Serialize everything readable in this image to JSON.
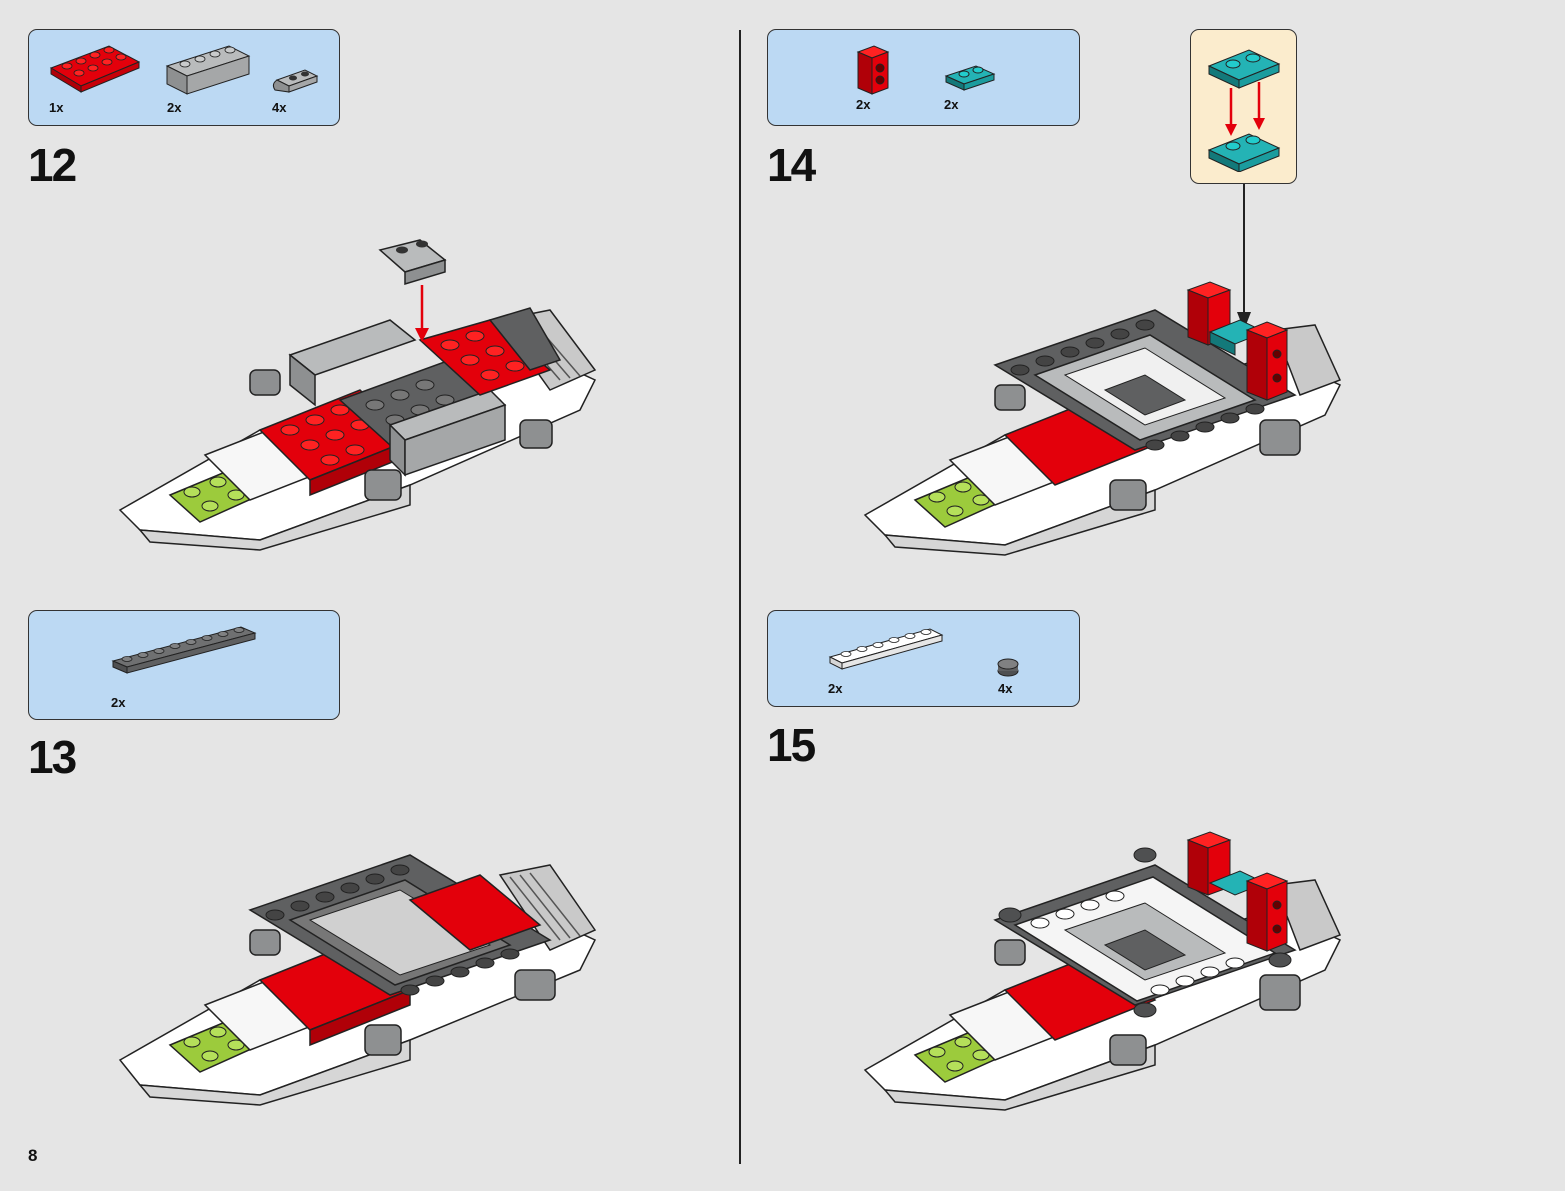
{
  "page": {
    "number": "8"
  },
  "steps": [
    {
      "number": "12",
      "parts": [
        {
          "qty": "1x",
          "name": "red-plate-2x4-icon"
        },
        {
          "qty": "2x",
          "name": "gray-brick-1x4-icon"
        },
        {
          "qty": "4x",
          "name": "gray-plate-clip-icon"
        }
      ]
    },
    {
      "number": "13",
      "parts": [
        {
          "qty": "2x",
          "name": "dark-gray-plate-1x8-icon"
        }
      ]
    },
    {
      "number": "14",
      "parts": [
        {
          "qty": "2x",
          "name": "red-brick-1x1-side-studs-icon"
        },
        {
          "qty": "2x",
          "name": "teal-plate-1x2-icon"
        }
      ]
    },
    {
      "number": "15",
      "parts": [
        {
          "qty": "2x",
          "name": "white-plate-1x6-icon"
        },
        {
          "qty": "4x",
          "name": "dark-gray-round-stud-icon"
        }
      ]
    }
  ],
  "colors": {
    "background": "#e5e5e5",
    "parts_box": "#bcd9f3",
    "sub_assembly_box": "#fbeccd",
    "red": "#e3000b",
    "teal": "#1b9c9e",
    "lime": "#9ccb3c",
    "dark_gray": "#5f6061",
    "light_gray": "#a5a7a8",
    "white": "#ffffff",
    "arrow_red": "#e3000b"
  }
}
